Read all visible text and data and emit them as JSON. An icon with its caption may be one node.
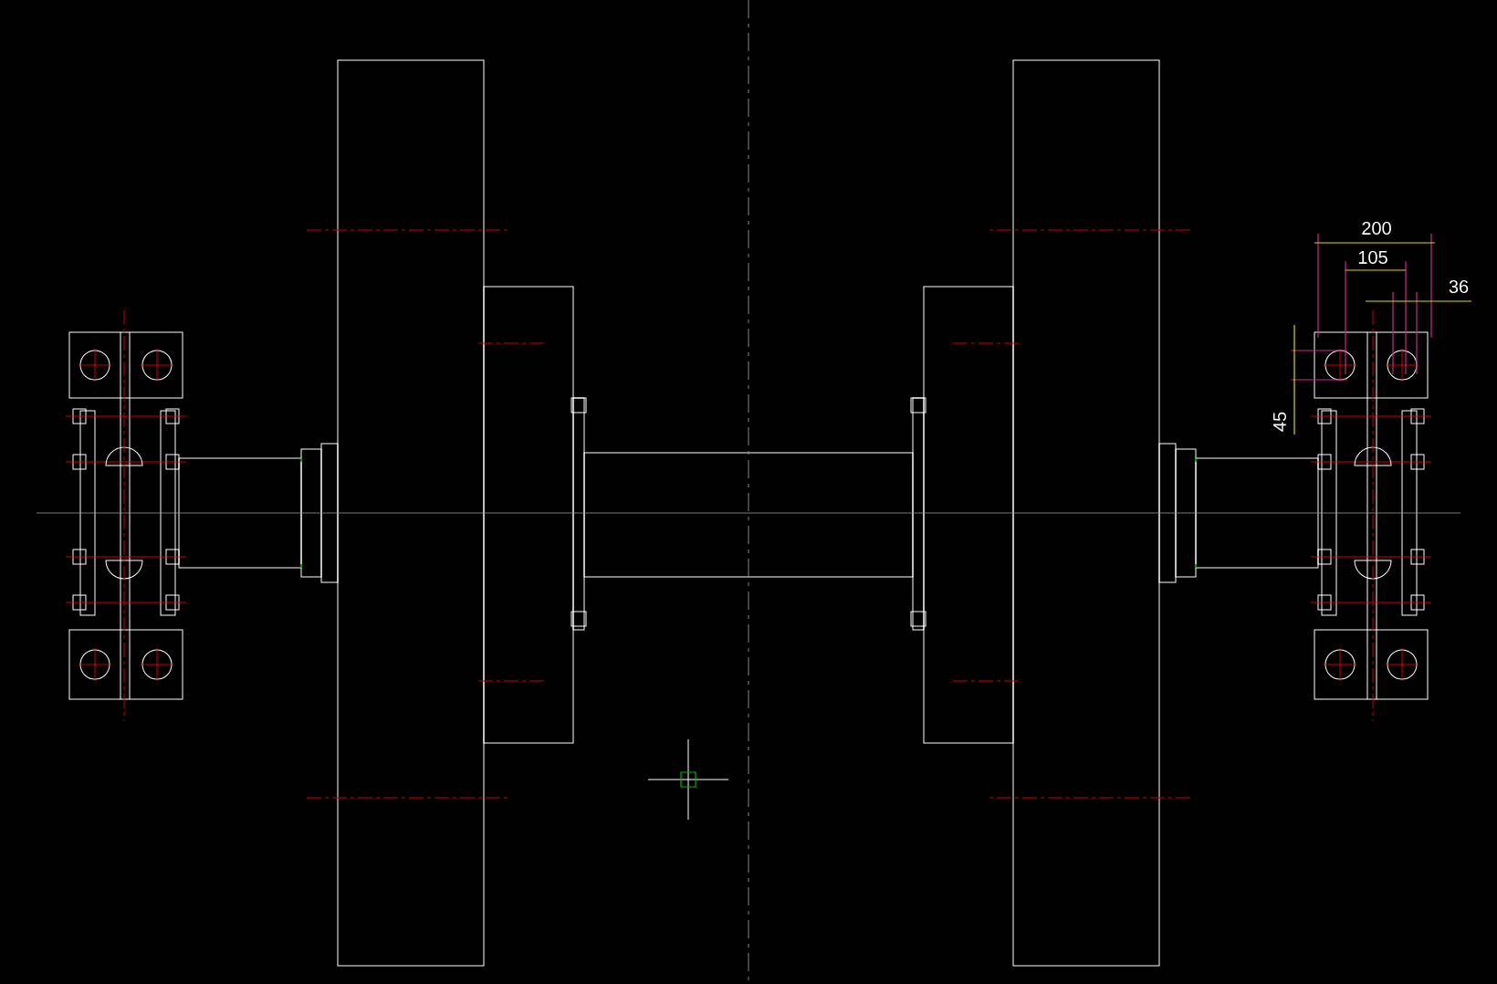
{
  "diagram": {
    "labels": [
      "200",
      "105",
      "36",
      "45"
    ]
  }
}
